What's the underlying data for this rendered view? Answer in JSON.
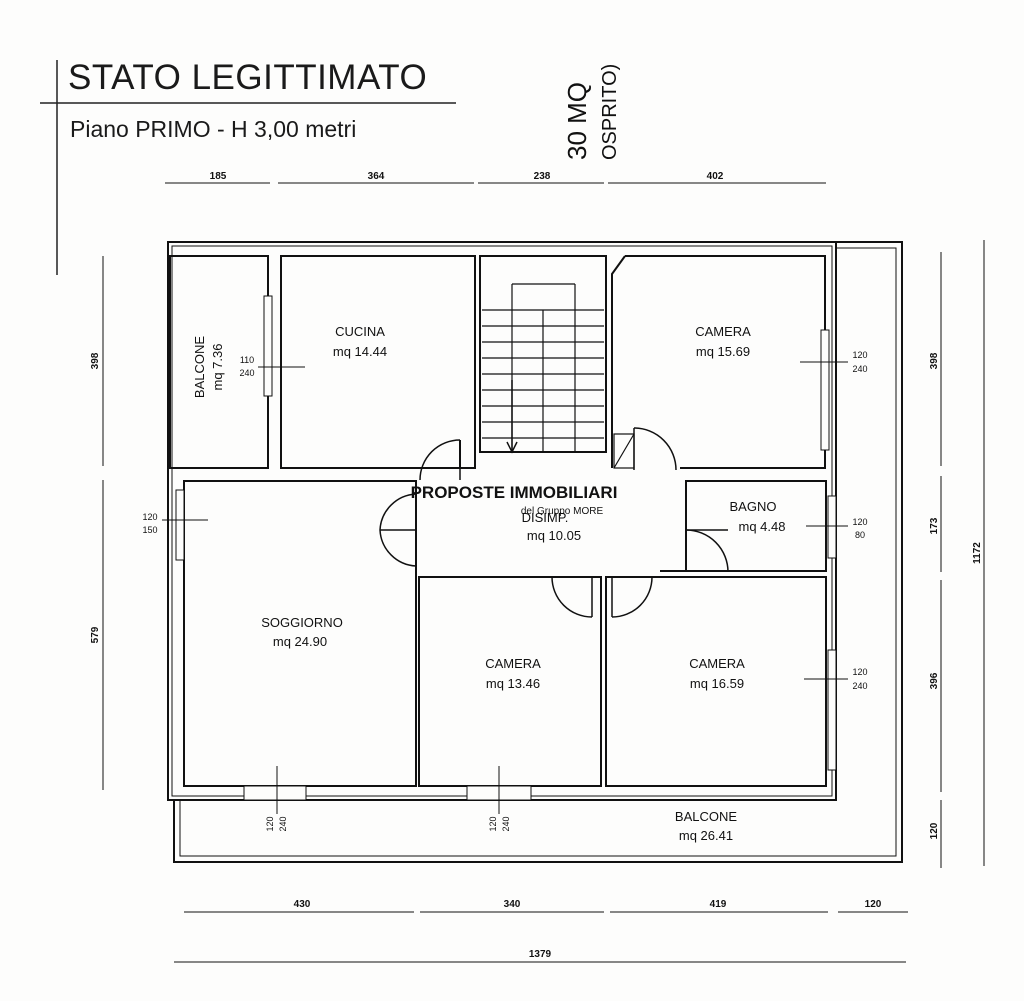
{
  "header": {
    "title": "STATO LEGITTIMATO",
    "subtitle": "Piano PRIMO - H 3,00 metri"
  },
  "handwritten_note": [
    "30 MQ",
    "OSPRITO)"
  ],
  "watermark": {
    "main": "PROPOSTE IMMOBILIARI",
    "sub": "del Gruppo MORE"
  },
  "rooms": {
    "balcone_side": {
      "name": "BALCONE",
      "area": "mq 7.36"
    },
    "cucina": {
      "name": "CUCINA",
      "area": "mq 14.44"
    },
    "camera_ne": {
      "name": "CAMERA",
      "area": "mq 15.69"
    },
    "bagno": {
      "name": "BAGNO",
      "area": "mq 4.48"
    },
    "disimpegno": {
      "name": "DISIMP.",
      "area": "mq 10.05"
    },
    "soggiorno": {
      "name": "SOGGIORNO",
      "area": "mq 24.90"
    },
    "camera_center": {
      "name": "CAMERA",
      "area": "mq 13.46"
    },
    "camera_se": {
      "name": "CAMERA",
      "area": "mq 16.59"
    },
    "balcone_bottom": {
      "name": "BALCONE",
      "area": "mq 26.41"
    }
  },
  "openings": {
    "cucina": [
      "110",
      "240"
    ],
    "camera_ne": [
      "120",
      "240"
    ],
    "soggiorno_side": [
      "120",
      "150"
    ],
    "bagno": [
      "120",
      "80"
    ],
    "camera_se": [
      "120",
      "240"
    ],
    "soggiorno_bottom": [
      "120",
      "240"
    ],
    "camera_center_bottom": [
      "120",
      "240"
    ]
  },
  "dimensions": {
    "top": [
      "185",
      "364",
      "238",
      "402"
    ],
    "left": [
      "398",
      "579"
    ],
    "right": [
      "398",
      "173",
      "396",
      "120"
    ],
    "right_total": "1172",
    "bottom": [
      "430",
      "340",
      "419",
      "120"
    ],
    "bottom_total": "1379"
  }
}
